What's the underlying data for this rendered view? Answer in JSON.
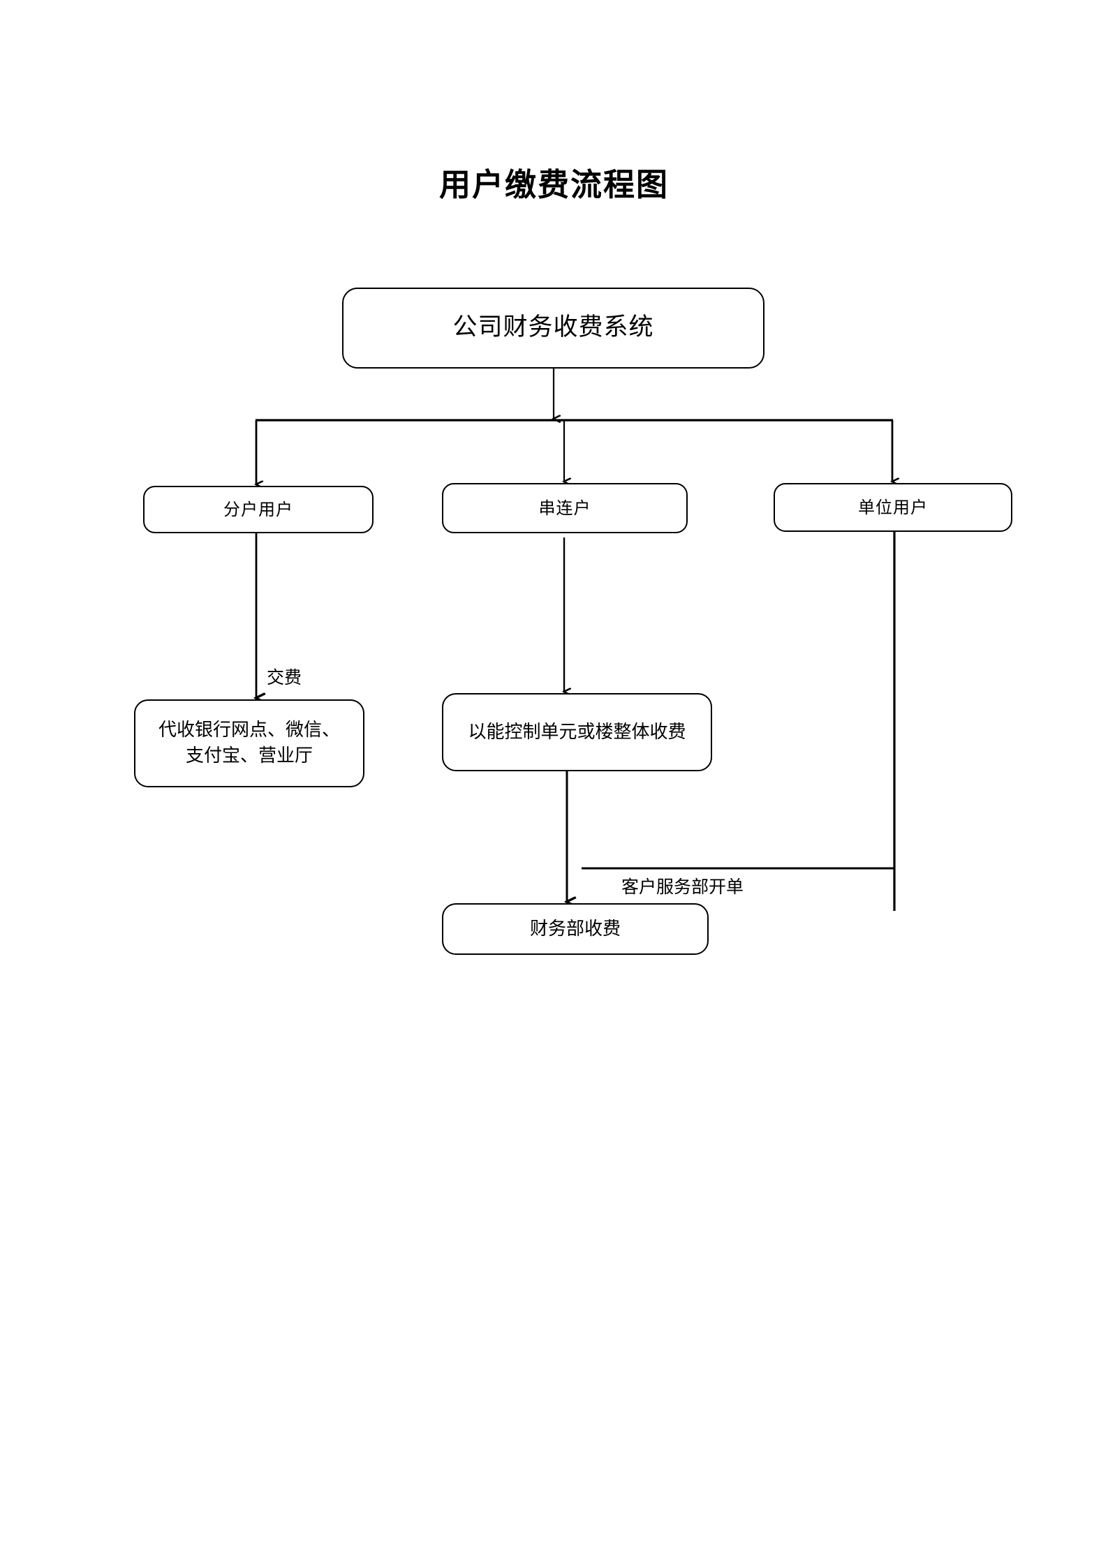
{
  "document": {
    "title": "用户缴费流程图",
    "background_color": "#ffffff",
    "line_color": "#000000",
    "text_color": "#000000"
  },
  "chart_data": {
    "type": "diagram",
    "diagram_kind": "flowchart",
    "title": "用户缴费流程图",
    "orientation": "top-down",
    "nodes": [
      {
        "id": "root",
        "label": "公司财务收费系统",
        "shape": "rounded-rect"
      },
      {
        "id": "sep",
        "label": "分户用户",
        "shape": "rounded-rect"
      },
      {
        "id": "series",
        "label": "串连户",
        "shape": "rounded-rect"
      },
      {
        "id": "unit",
        "label": "单位用户",
        "shape": "rounded-rect"
      },
      {
        "id": "channels",
        "label": "代收银行网点、微信、支付宝、营业厅",
        "shape": "rounded-rect"
      },
      {
        "id": "unitbill",
        "label": "以能控制单元或楼整体收费",
        "shape": "rounded-rect"
      },
      {
        "id": "finance",
        "label": "财务部收费",
        "shape": "rounded-rect"
      }
    ],
    "edges": [
      {
        "from": "root",
        "to": "sep",
        "label": ""
      },
      {
        "from": "root",
        "to": "series",
        "label": ""
      },
      {
        "from": "root",
        "to": "unit",
        "label": ""
      },
      {
        "from": "sep",
        "to": "channels",
        "label": "交费"
      },
      {
        "from": "series",
        "to": "unitbill",
        "label": ""
      },
      {
        "from": "unitbill",
        "to": "finance",
        "label": ""
      },
      {
        "from": "unit",
        "to": "finance",
        "label": "客户服务部开单"
      }
    ]
  },
  "nodes": {
    "root": {
      "label": "公司财务收费系统"
    },
    "sep": {
      "label": "分户用户"
    },
    "series": {
      "label": "串连户"
    },
    "unit": {
      "label": "单位用户"
    },
    "channels": {
      "line1": "代收银行网点、微信、",
      "line2": "支付宝、营业厅"
    },
    "unitbill": {
      "label": "以能控制单元或楼整体收费"
    },
    "finance": {
      "label": "财务部收费"
    }
  },
  "edge_labels": {
    "pay": "交费",
    "customer_service_bill": "客户服务部开单"
  }
}
